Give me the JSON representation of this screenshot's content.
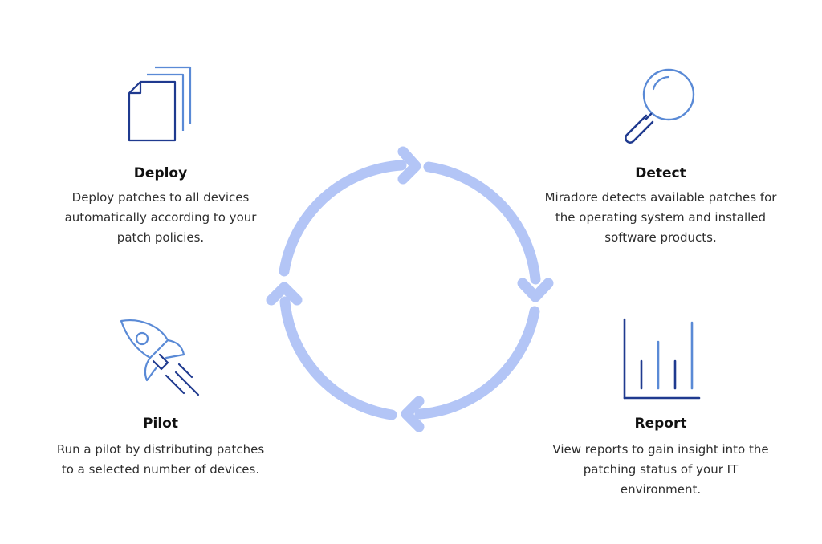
{
  "colors": {
    "cycle_arrow": "#b3c5f6",
    "icon_dark": "#1f3a8f",
    "icon_light": "#5a8ad6",
    "title_text": "#111111",
    "body_text": "#2f2f2f"
  },
  "steps": {
    "deploy": {
      "icon": "documents-icon",
      "title": "Deploy",
      "description_lines": [
        "Deploy patches to all devices",
        "automatically according to your",
        "patch policies."
      ]
    },
    "detect": {
      "icon": "magnifier-icon",
      "title": "Detect",
      "description_lines": [
        "Miradore detects available patches for",
        "the operating system and installed",
        "software products."
      ]
    },
    "pilot": {
      "icon": "rocket-icon",
      "title": "Pilot",
      "description_lines": [
        "Run a pilot by distributing patches",
        "to a selected number of devices."
      ]
    },
    "report": {
      "icon": "bar-chart-icon",
      "title": "Report",
      "description_lines": [
        "View reports to gain insight into the",
        "patching status of your IT",
        "environment."
      ]
    }
  }
}
